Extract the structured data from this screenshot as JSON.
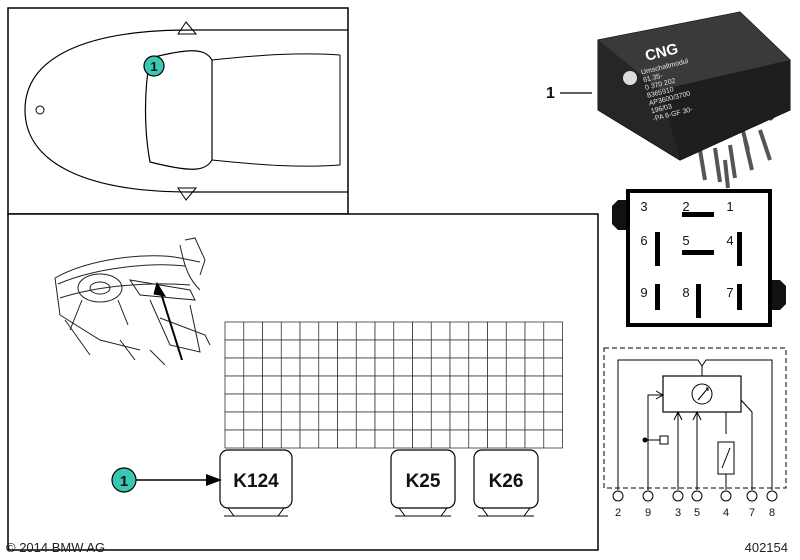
{
  "callout": {
    "label": "1",
    "color": "#3cc7b5"
  },
  "relay": {
    "brand": "CNG",
    "label_lines": [
      "Umschaltmodul",
      "61.35-",
      "0 370 202",
      "8365910",
      "AP3600/3700",
      "196/03",
      "-PA 6-GF 30-"
    ],
    "pins": [
      {
        "n": "3",
        "row": 0,
        "col": 0
      },
      {
        "n": "2",
        "row": 0,
        "col": 1
      },
      {
        "n": "1",
        "row": 0,
        "col": 2
      },
      {
        "n": "6",
        "row": 1,
        "col": 0
      },
      {
        "n": "5",
        "row": 1,
        "col": 1
      },
      {
        "n": "4",
        "row": 1,
        "col": 2
      },
      {
        "n": "9",
        "row": 2,
        "col": 0
      },
      {
        "n": "8",
        "row": 2,
        "col": 1
      },
      {
        "n": "7",
        "row": 2,
        "col": 2
      }
    ]
  },
  "fusebox": {
    "slots": [
      "K124",
      "K25",
      "K26"
    ]
  },
  "schematic": {
    "terminals": [
      "2",
      "9",
      "3",
      "5",
      "4",
      "7",
      "8"
    ]
  },
  "footer": {
    "copyright": "© 2014 BMW AG",
    "diagram_id": "402154"
  }
}
